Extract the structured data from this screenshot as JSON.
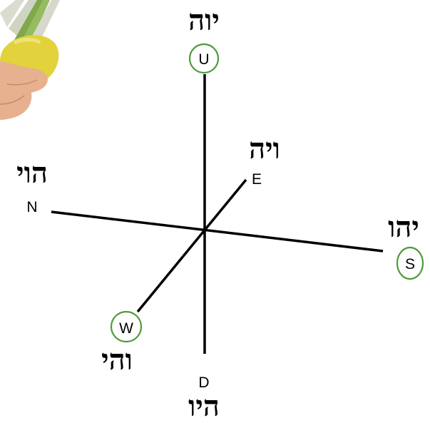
{
  "directions": {
    "up": {
      "letter": "U",
      "name": "יוה"
    },
    "down": {
      "letter": "D",
      "name": "היו"
    },
    "north": {
      "letter": "N",
      "name": "הוי"
    },
    "south": {
      "letter": "S",
      "name": "יהו"
    },
    "east": {
      "letter": "E",
      "name": "ויה"
    },
    "west": {
      "letter": "W",
      "name": "והי"
    }
  },
  "colors": {
    "ring": "#4f9a3a",
    "axis": "#000000",
    "citron": "#e2d23c",
    "palm": "#7ea84a",
    "skin": "#e7b08e"
  },
  "image": {
    "icon": "lulav-etrog-photo"
  }
}
